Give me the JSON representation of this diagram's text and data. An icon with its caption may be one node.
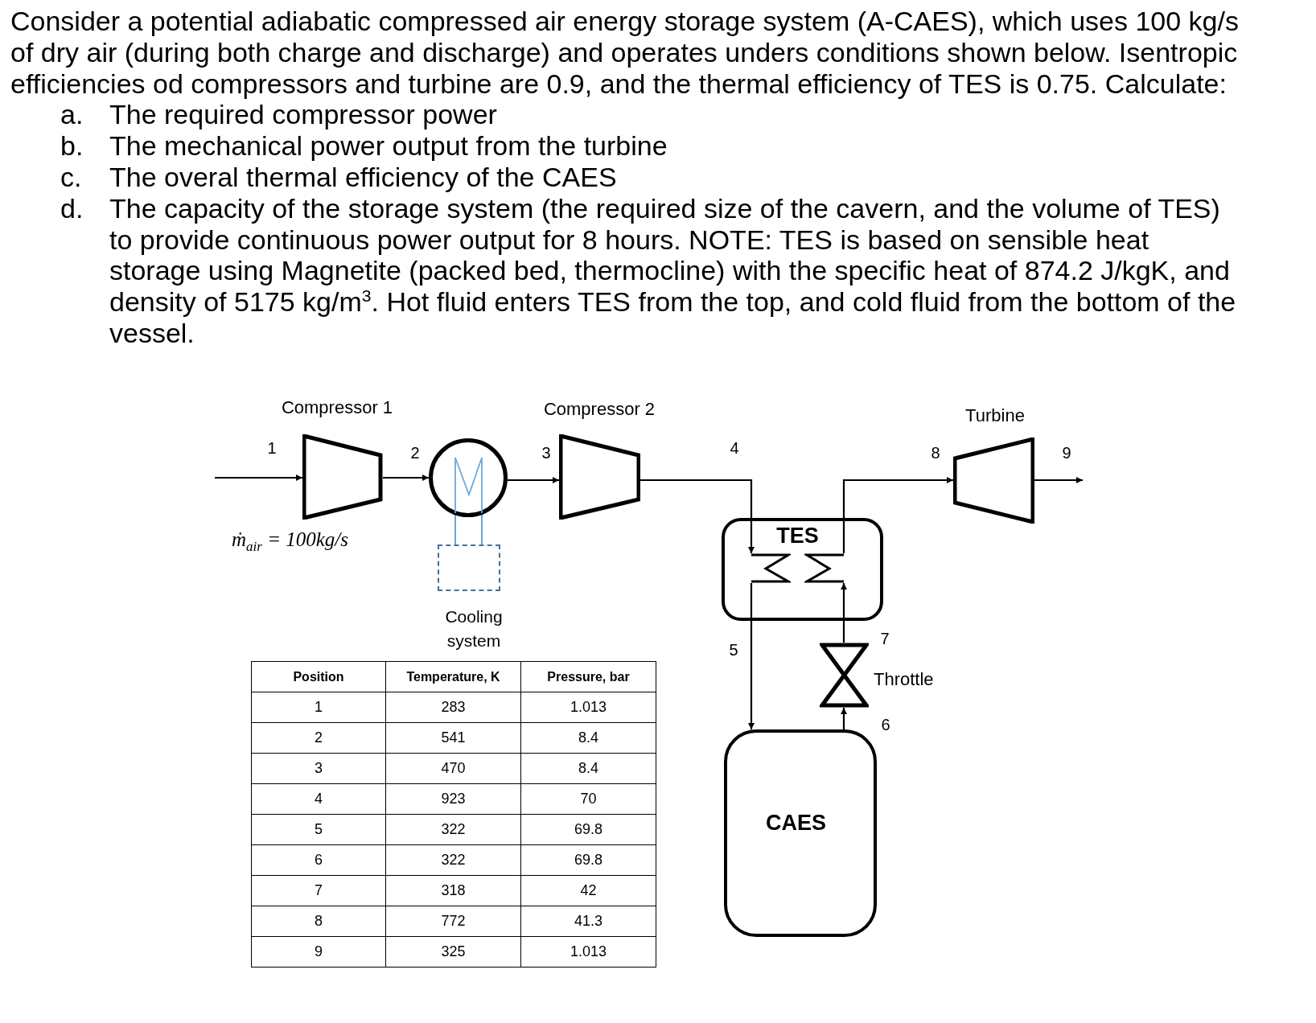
{
  "diagram": {
    "nodes": [
      {
        "text": [
          "Compressor 1"
        ]
      },
      {
        "text": [],
        "shape": "circle"
      },
      {
        "text": [
          "Compressor 2"
        ]
      },
      {
        "text": [
          "Turbine"
        ]
      },
      {
        "text": [
          "TES"
        ]
      },
      {
        "text": [],
        "shape": "coil",
        "in": 4
      },
      {
        "text": [],
        "shape": "coil",
        "in": 4
      },
      {
        "text": [
          "Cooling system"
        ]
      },
      {
        "text": [
          "Throttle"
        ]
      },
      {
        "text": [
          "CAES"
        ]
      }
    ],
    "edges": [
      {
        "from": null,
        "to": 0,
        "arrow": "to",
        "label": "1"
      },
      {
        "from": 0,
        "to": 1,
        "arrow": "to",
        "label": "2"
      },
      {
        "from": 1,
        "to": 2,
        "arrow": "to",
        "label": "3"
      },
      {
        "from": 2,
        "to": 5,
        "arrow": "to",
        "label": "4"
      },
      {
        "from": 5,
        "to": 9,
        "arrow": "to",
        "label": "5"
      },
      {
        "from": 9,
        "to": 8,
        "arrow": "to",
        "label": "6"
      },
      {
        "from": 8,
        "to": 6,
        "arrow": "to",
        "label": "7"
      },
      {
        "from": 6,
        "to": 3,
        "arrow": "to",
        "label": "8"
      },
      {
        "from": 3,
        "to": null,
        "arrow": "to",
        "label": "9"
      },
      {
        "from": 1,
        "to": 7,
        "arrow": "none",
        "color": "#5b9bd5"
      },
      {
        "from": 1,
        "to": 7,
        "arrow": "none",
        "color": "#5b9bd5"
      }
    ],
    "labels": [
      "Consider a potential adiabatic compressed air energy storage system (A-CAES), which uses 100 kg/s of dry air (during both charge and discharge) and operates unders conditions shown below. Isentropic efficiencies od compressors and turbine are 0.9, and the thermal efficiency of TES is 0.75. Calculate:",
      "a.",
      "The required compressor power",
      "b.",
      "The mechanical power output from the turbine",
      "c.",
      "The overal thermal efficiency of the CAES",
      "d.",
      "The capacity of the storage system (the required size of the cavern, and the volume of TES) to provide continuous power output for 8 hours. NOTE: TES is based on sensible heat storage using Magnetite (packed bed, thermocline) with the specific heat of 874.2 J/kgK, and density of 5175 kg/m$^{3}$. Hot fluid enters TES from the top, and cold fluid from the bottom of the vessel.",
      "ṁ$_{air}$ = 100kg/s",
      "Position",
      "Temperature, K",
      "Pressure, bar",
      "1",
      "283",
      "1.013",
      "2",
      "541",
      "8.4",
      "3",
      "470",
      "8.4",
      "4",
      "923",
      "70",
      "5",
      "322",
      "69.8",
      "6",
      "322",
      "69.8",
      "7",
      "318",
      "42",
      "8",
      "772",
      "41.3",
      "9",
      "325",
      "1.013"
    ]
  }
}
